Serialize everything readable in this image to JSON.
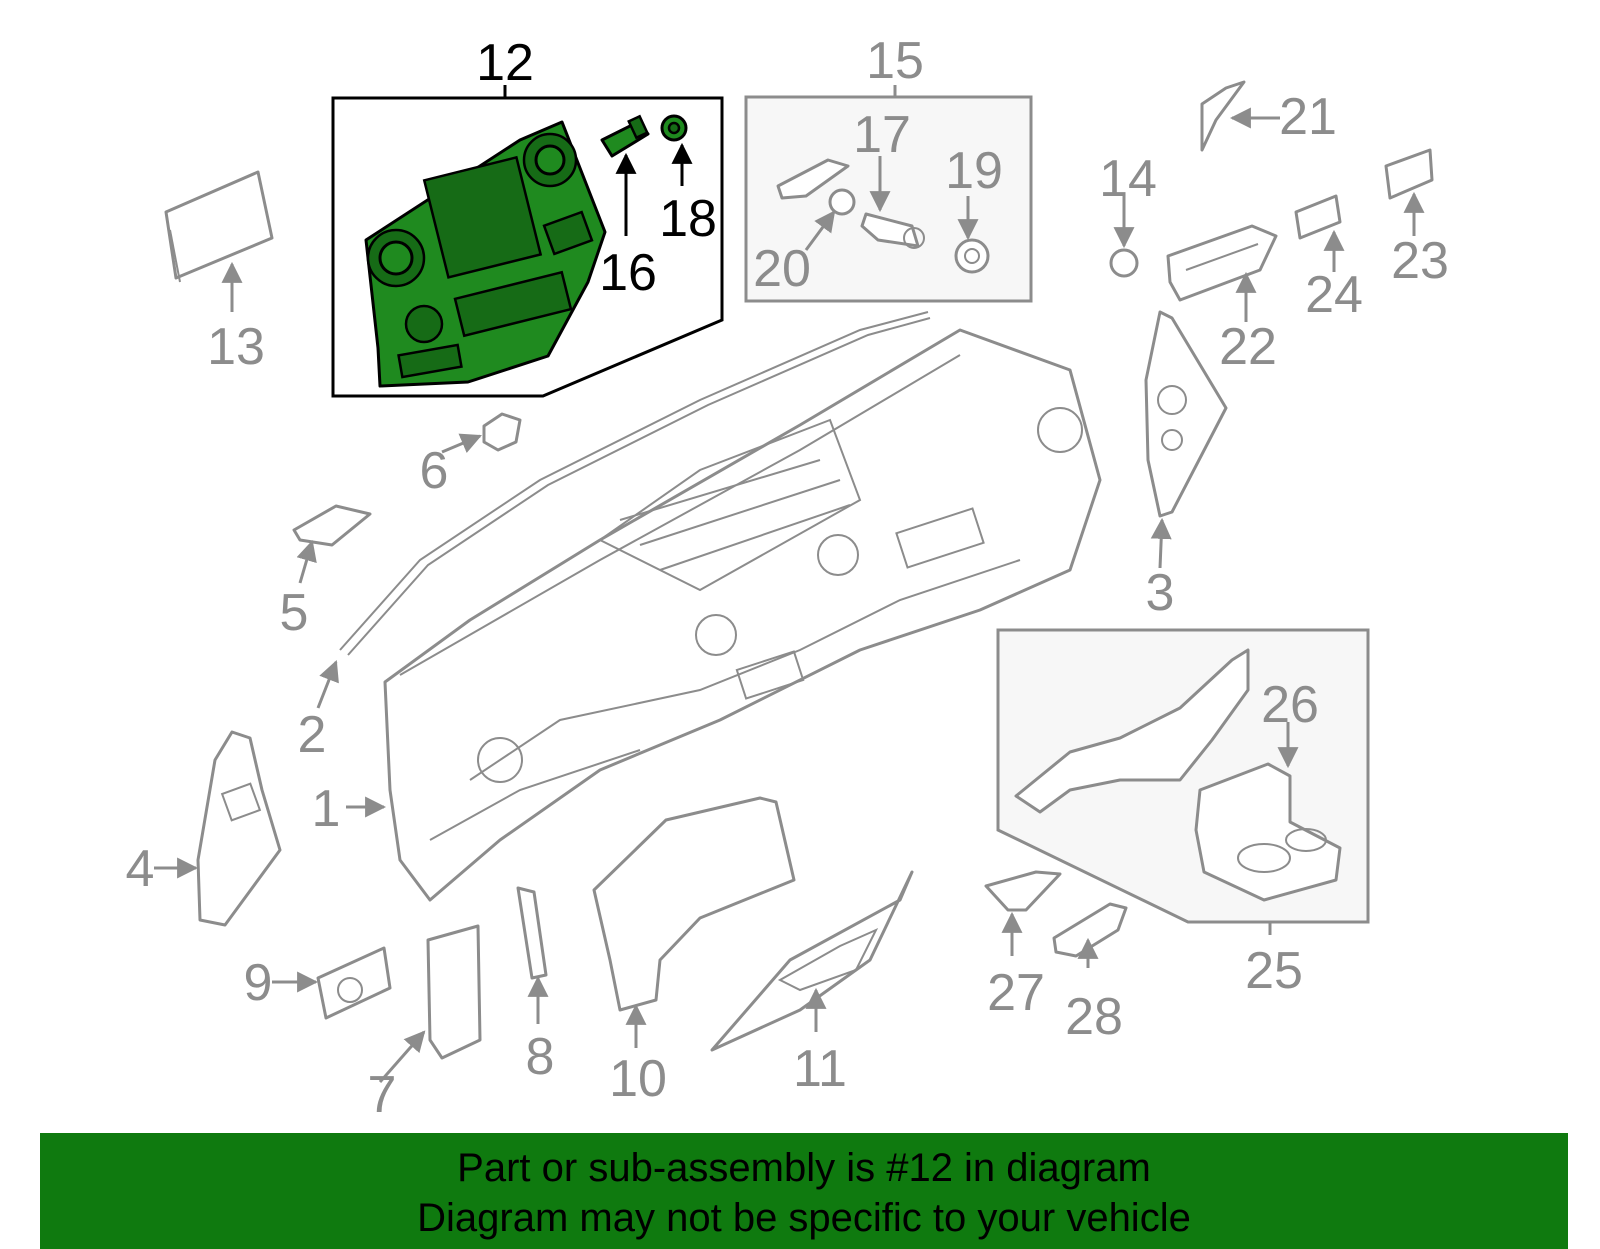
{
  "callouts": {
    "c1": "1",
    "c2": "2",
    "c3": "3",
    "c4": "4",
    "c5": "5",
    "c6": "6",
    "c7": "7",
    "c8": "8",
    "c9": "9",
    "c10": "10",
    "c11": "11",
    "c12": "12",
    "c13": "13",
    "c14": "14",
    "c15": "15",
    "c16": "16",
    "c17": "17",
    "c18": "18",
    "c19": "19",
    "c20": "20",
    "c21": "21",
    "c22": "22",
    "c23": "23",
    "c24": "24",
    "c25": "25",
    "c26": "26",
    "c27": "27",
    "c28": "28"
  },
  "highlighted_part": "12",
  "colors": {
    "highlight_fill": "#1f8a1f",
    "banner_bg": "#0f7a0f",
    "line_grey": "#8c8c8c"
  },
  "banner": {
    "line1": "Part or sub-assembly is #12 in diagram",
    "line2": "Diagram may not be specific to your vehicle"
  }
}
